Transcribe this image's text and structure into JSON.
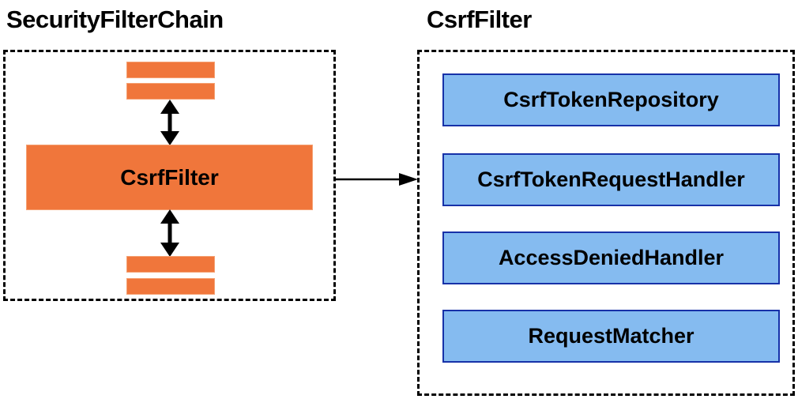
{
  "left": {
    "title": "SecurityFilterChain",
    "csrf_filter_label": "CsrfFilter"
  },
  "right": {
    "title": "CsrfFilter",
    "components": [
      {
        "label": "CsrfTokenRepository"
      },
      {
        "label": "CsrfTokenRequestHandler"
      },
      {
        "label": "AccessDeniedHandler"
      },
      {
        "label": "RequestMatcher"
      }
    ]
  },
  "colors": {
    "orange_fill": "#F0763B",
    "orange_stroke": "#F5A173",
    "blue_fill": "#85BBF0",
    "blue_stroke": "#1731A8",
    "shadow_dark": "#9E9E9E",
    "shadow_light": "#E3E3E3",
    "arrow": "#000000",
    "container_border": "#000000"
  }
}
